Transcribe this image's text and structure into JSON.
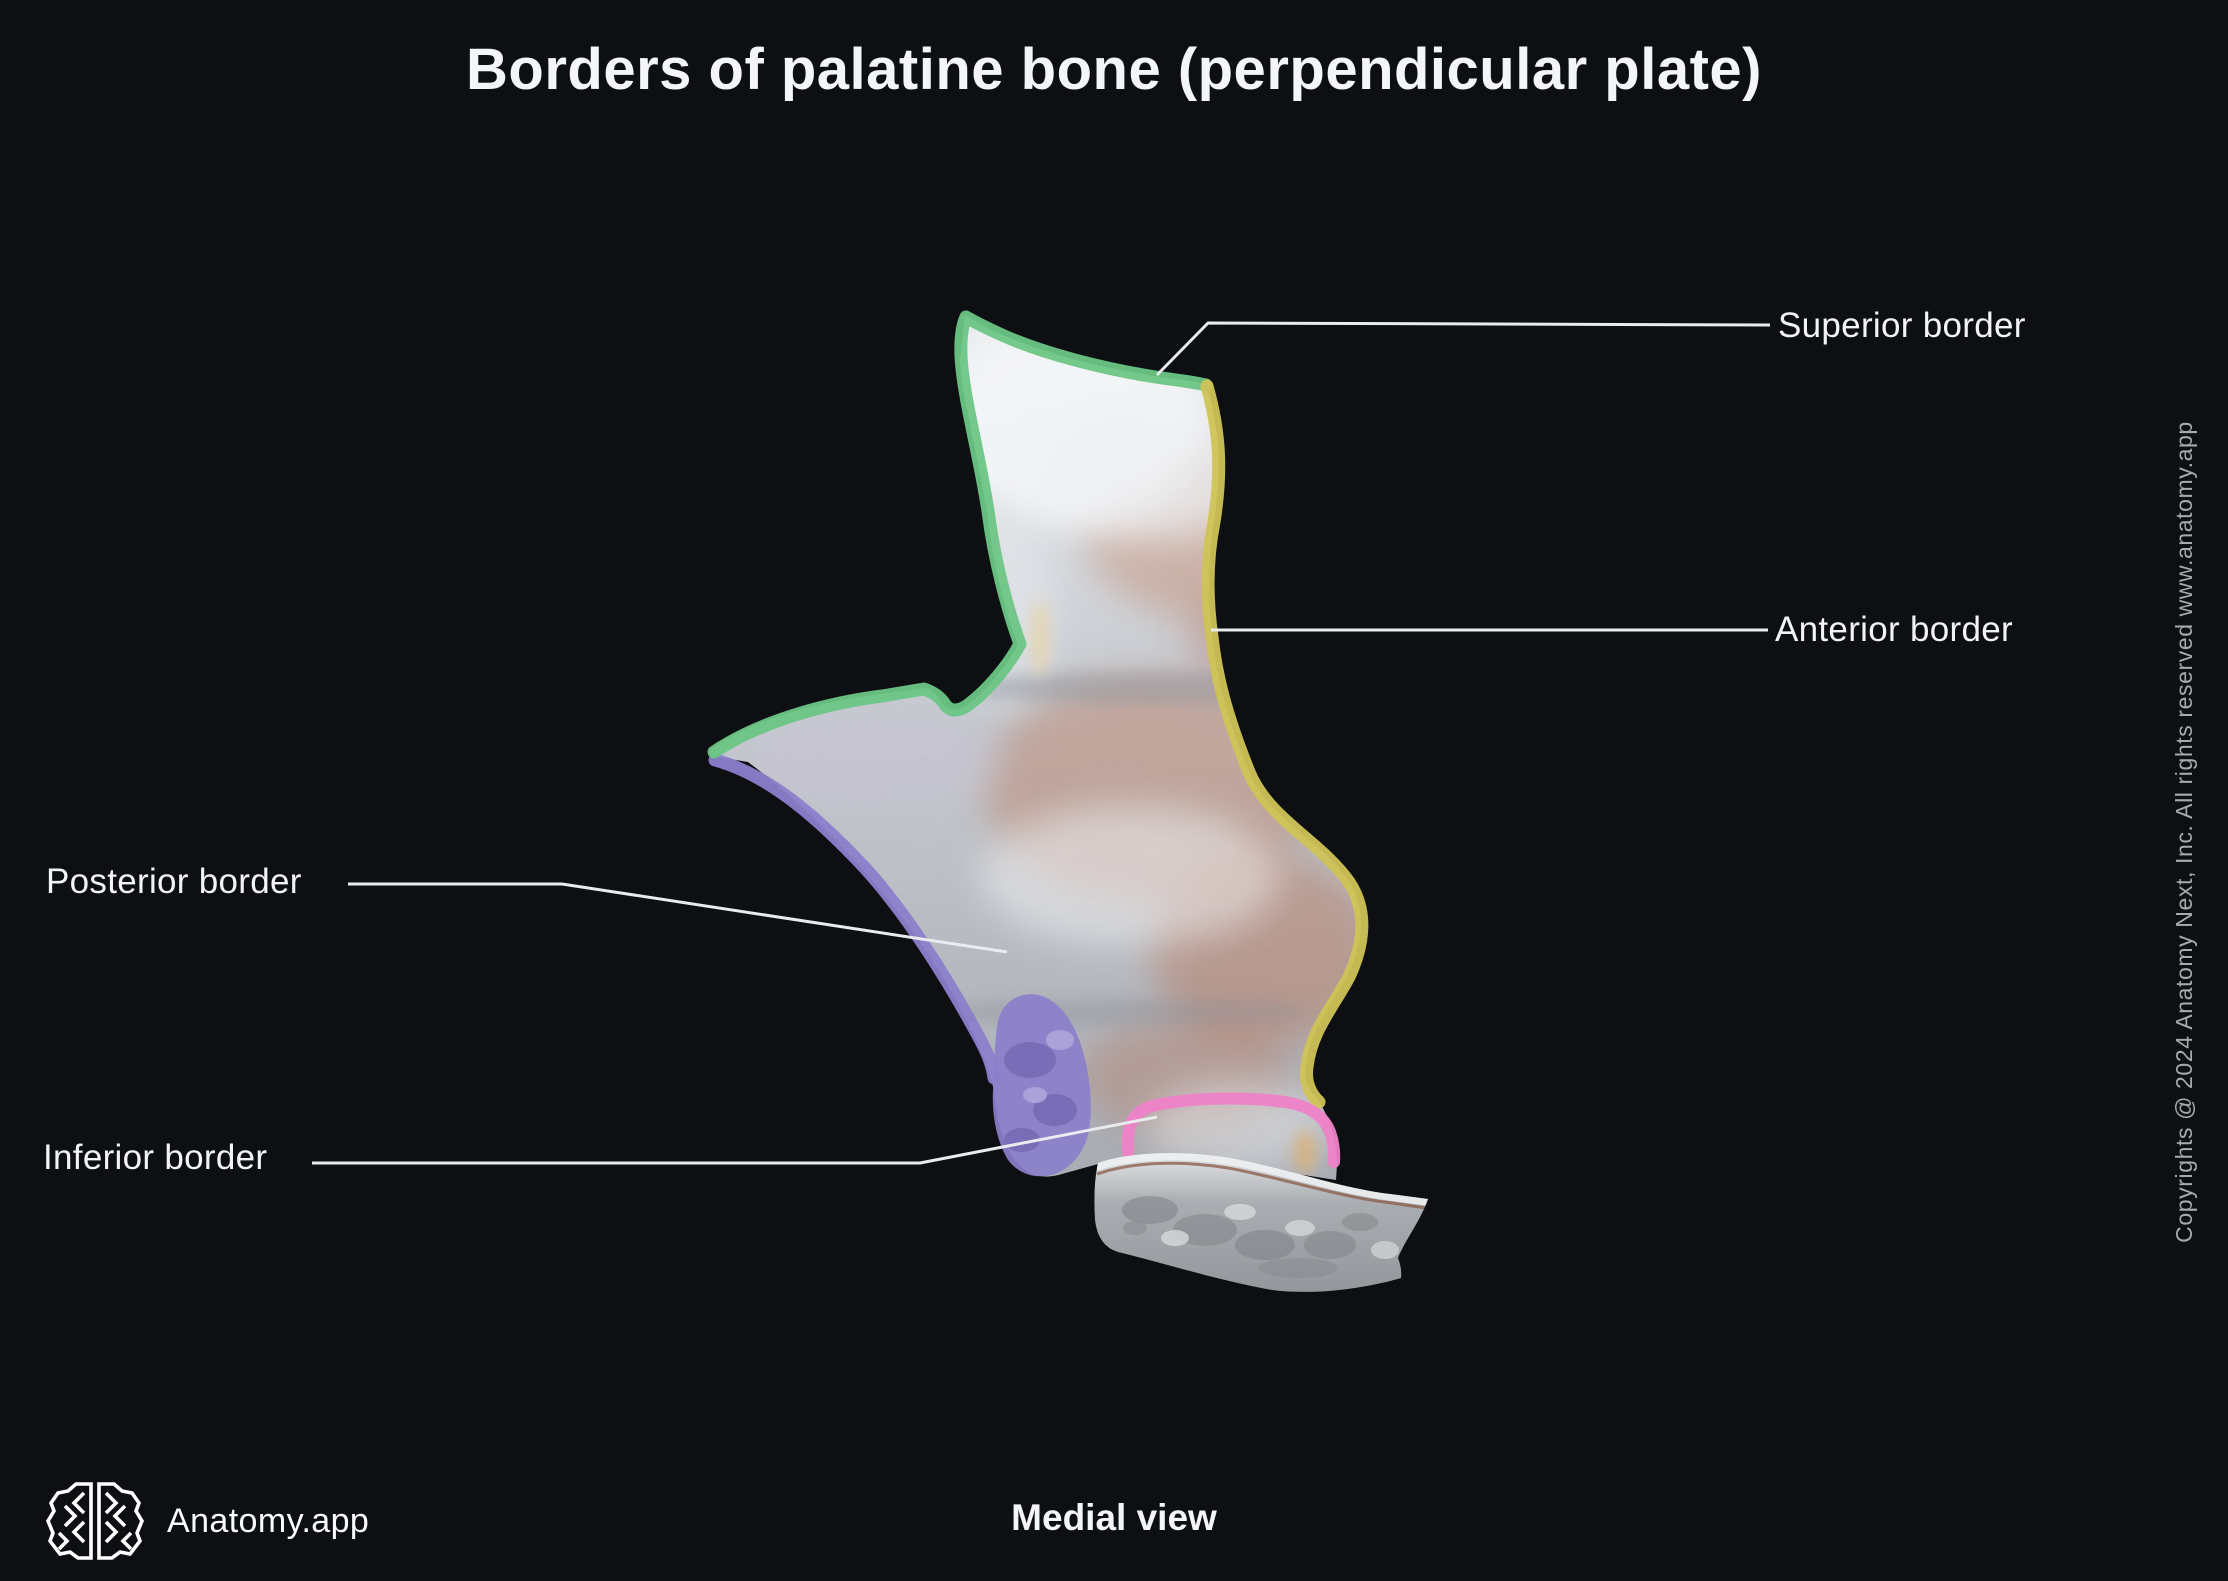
{
  "title": "Borders of palatine bone (perpendicular plate)",
  "view_label": "Medial view",
  "brand": {
    "name": "Anatomy.app"
  },
  "copyright": "Copyrights @ 2024 Anatomy Next, Inc. All rights reserved www.anatomy.app",
  "labels": [
    {
      "id": "superior",
      "text": "Superior border",
      "side": "right"
    },
    {
      "id": "anterior",
      "text": "Anterior border",
      "side": "right"
    },
    {
      "id": "posterior",
      "text": "Posterior border",
      "side": "left"
    },
    {
      "id": "inferior",
      "text": "Inferior border",
      "side": "left"
    }
  ],
  "border_colors": {
    "superior": "#6cc584",
    "anterior": "#cfc356",
    "posterior": "#8b7fcb",
    "inferior": "#ee82c8"
  },
  "figure": {
    "subject": "Palatine bone, perpendicular plate, medial view",
    "leader_line_color": "#e9ebee"
  },
  "background_color": "#0d0f13"
}
